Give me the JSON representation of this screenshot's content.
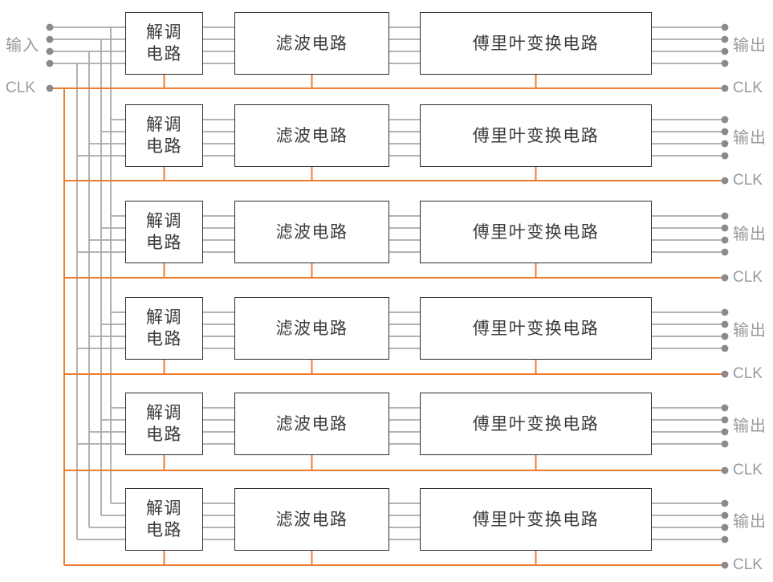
{
  "labels": {
    "input": "输入",
    "clk_in": "CLK"
  },
  "rows": [
    {
      "demod": "解调\n电路",
      "filter": "滤波电路",
      "fft": "傅里叶变换电路",
      "output": "输出",
      "clk": "CLK"
    },
    {
      "demod": "解调\n电路",
      "filter": "滤波电路",
      "fft": "傅里叶变换电路",
      "output": "输出",
      "clk": "CLK"
    },
    {
      "demod": "解调\n电路",
      "filter": "滤波电路",
      "fft": "傅里叶变换电路",
      "output": "输出",
      "clk": "CLK"
    },
    {
      "demod": "解调\n电路",
      "filter": "滤波电路",
      "fft": "傅里叶变换电路",
      "output": "输出",
      "clk": "CLK"
    },
    {
      "demod": "解调\n电路",
      "filter": "滤波电路",
      "fft": "傅里叶变换电路",
      "output": "输出",
      "clk": "CLK"
    },
    {
      "demod": "解调\n电路",
      "filter": "滤波电路",
      "fft": "傅里叶变换电路",
      "output": "输出",
      "clk": "CLK"
    }
  ],
  "colors": {
    "signal_wire": "#a9a9a9",
    "clock_wire": "#ED7D31",
    "terminal_dot": "#8a8a8a",
    "box_border": "#2d2d2d",
    "box_text": "#3a3a3a",
    "label_text": "#9a9a9a",
    "background": "#ffffff"
  }
}
